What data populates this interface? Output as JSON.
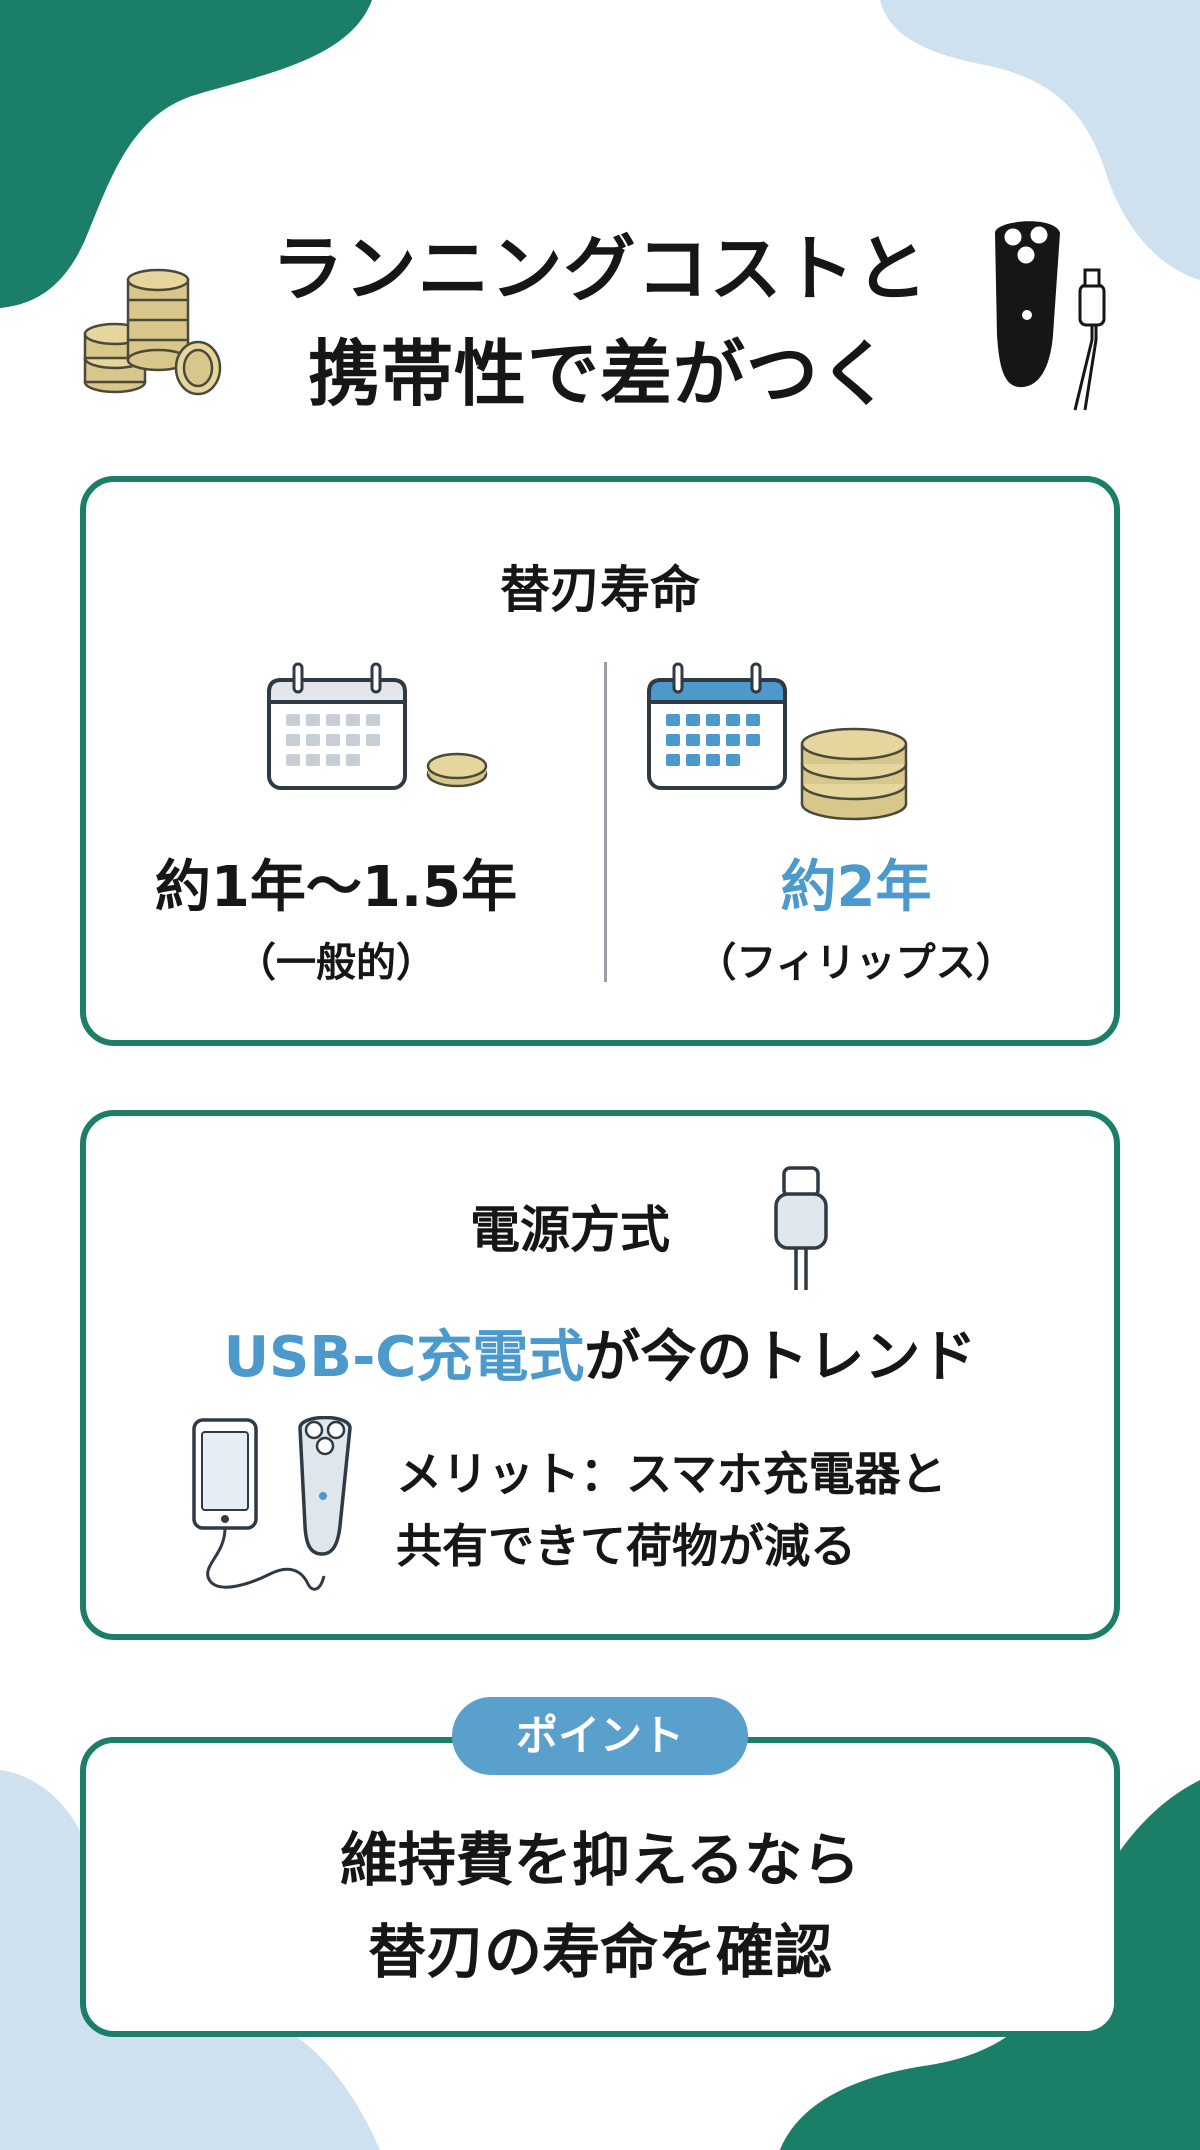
{
  "header": {
    "title_line1": "ランニングコストと",
    "title_line2": "携帯性で差がつく",
    "left_icon": "coins-icon",
    "right_icon": "electric-shaver-icon"
  },
  "blades_card": {
    "title": "替刃寿命",
    "left": {
      "value": "約1年～1.5年",
      "note": "（一般的）",
      "icon": "calendar-icon"
    },
    "right": {
      "value": "約2年",
      "note": "（フィリップス）",
      "icon": "calendar-icon"
    }
  },
  "power_card": {
    "title": "電源方式",
    "trend_accent": "USB-C充電式",
    "trend_rest": "が今のトレンド",
    "merit_line1": "メリット：スマホ充電器と",
    "merit_line2": "共有できて荷物が減る",
    "icons": [
      "usb-c-plug-icon",
      "smartphone-shaver-icon"
    ]
  },
  "point_card": {
    "badge": "ポイント",
    "line1": "維持費を抑えるなら",
    "line2": "替刃の寿命を確認"
  },
  "colors": {
    "green": "#1a7e68",
    "blue_accent": "#4b9acb",
    "light_blue": "#cfe0ee",
    "badge_blue": "#5aa0cd"
  }
}
